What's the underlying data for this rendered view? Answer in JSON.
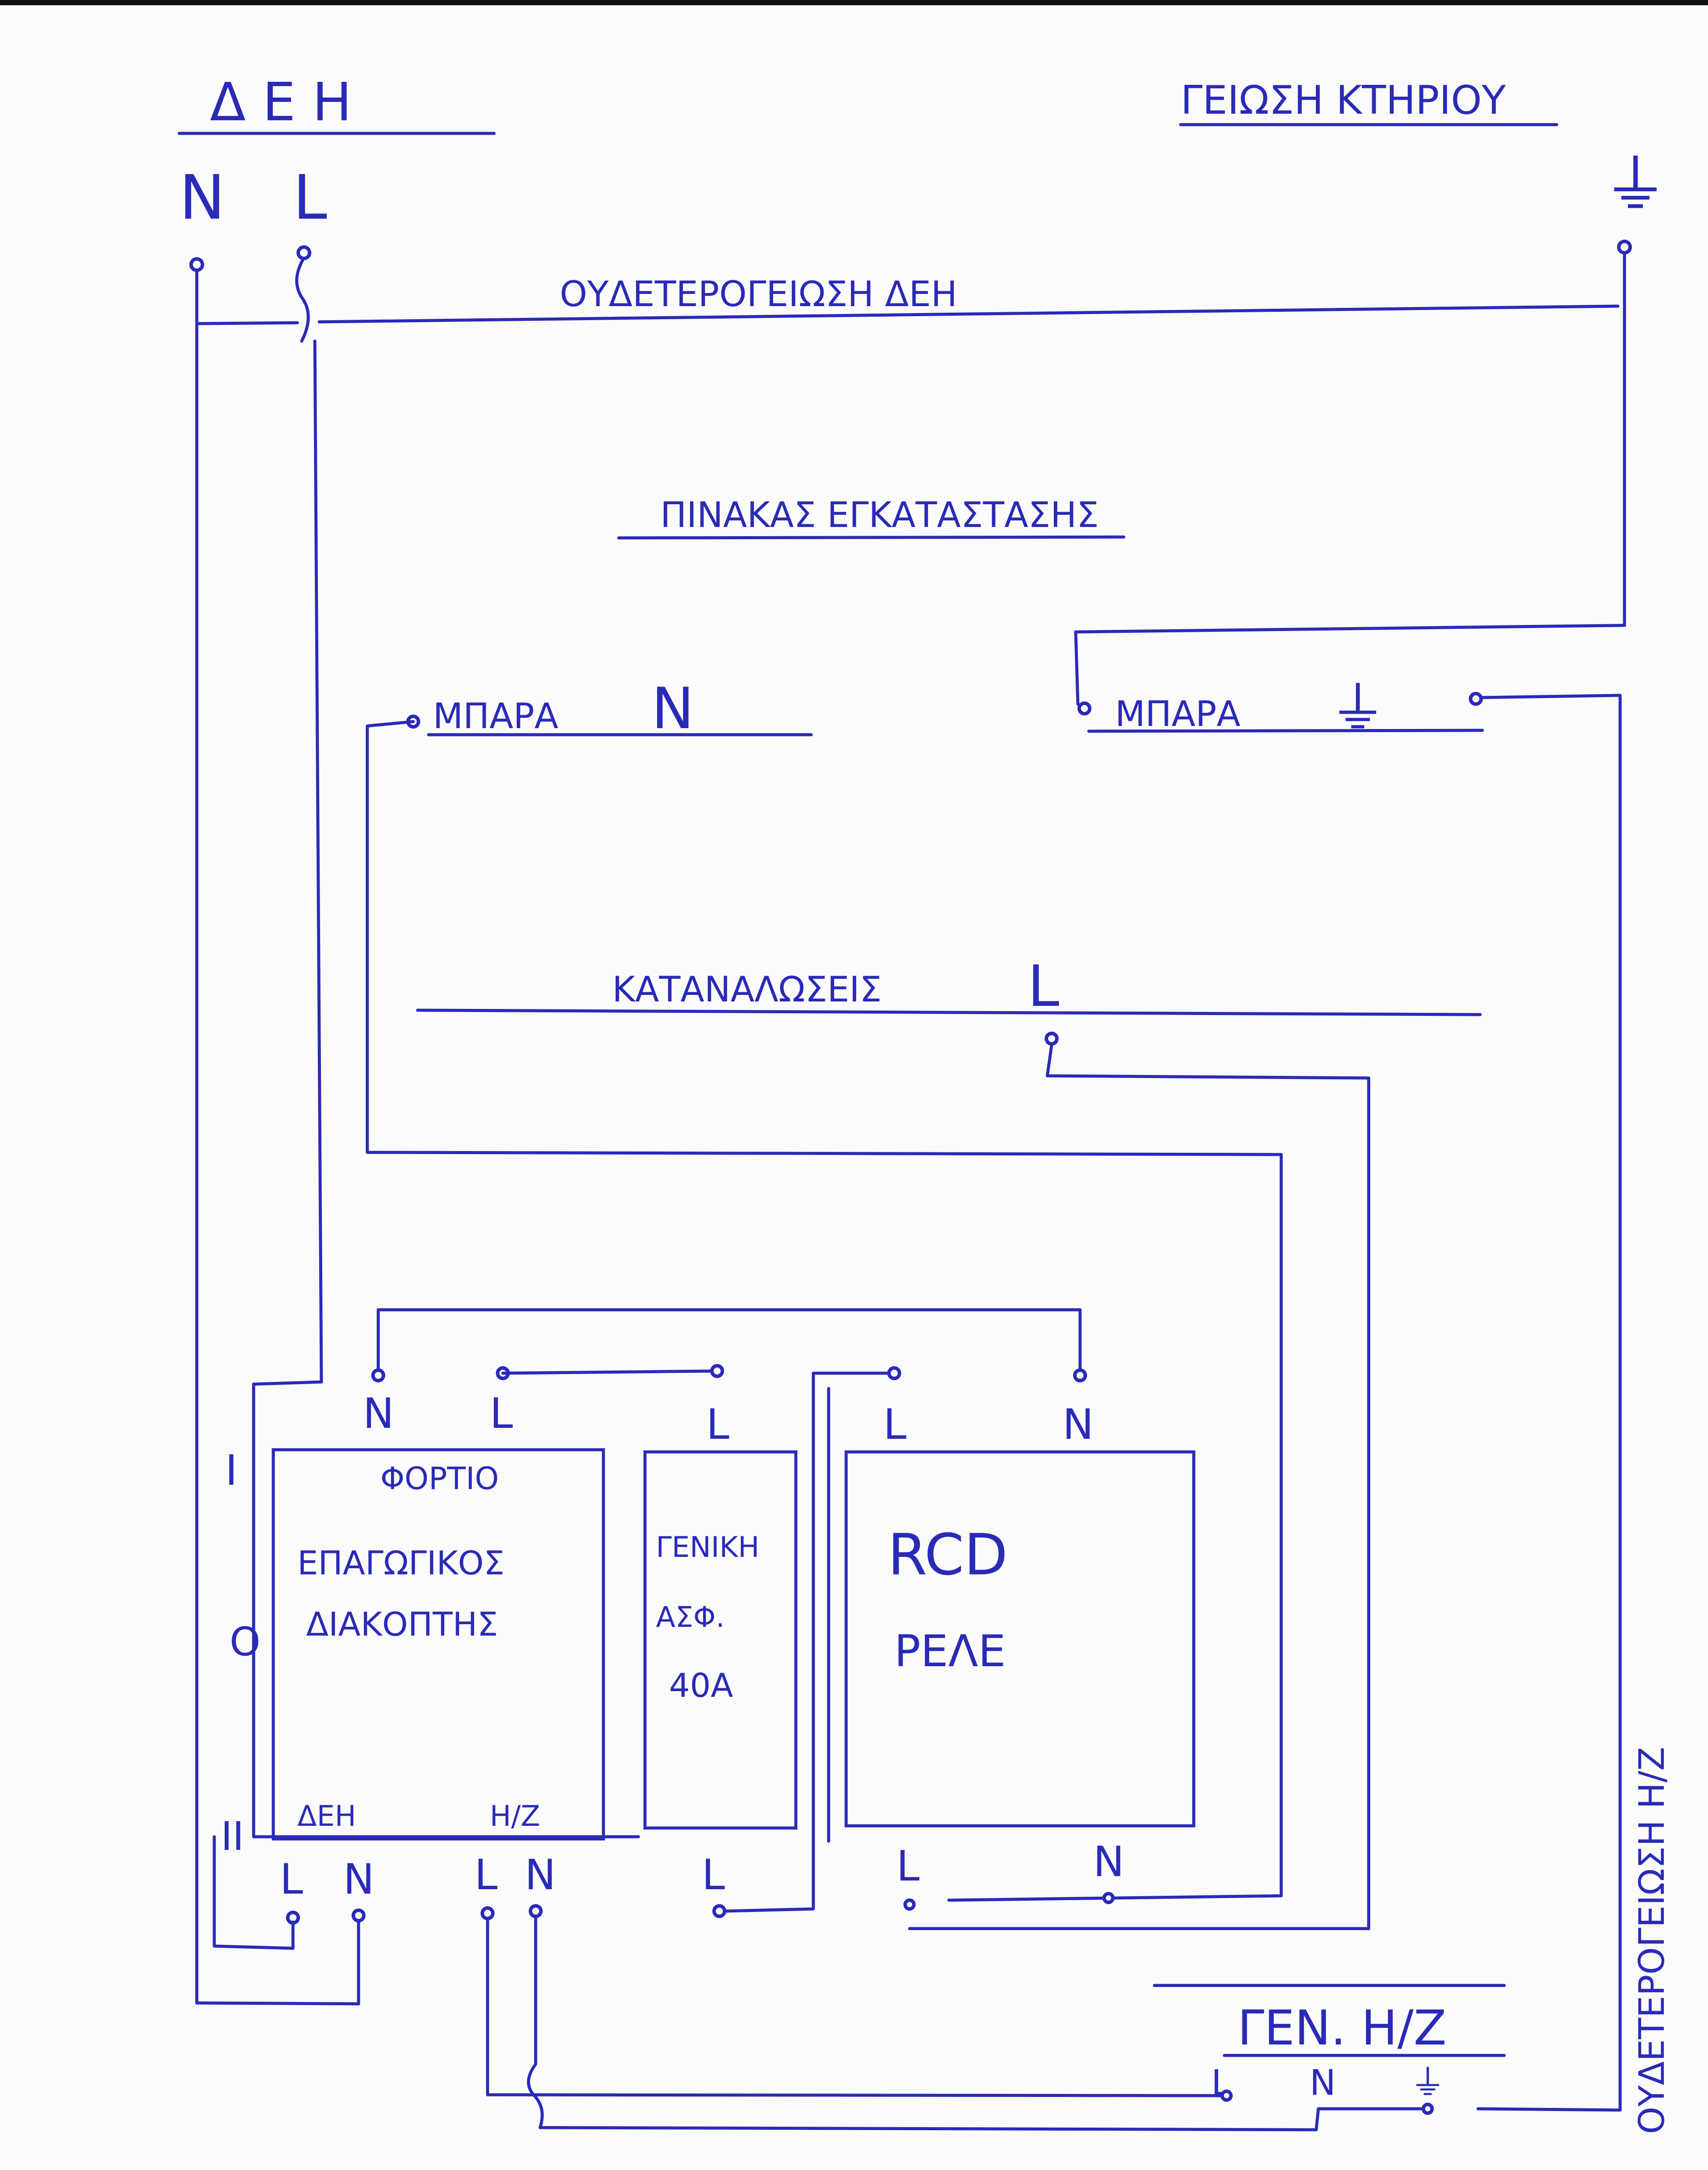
{
  "header": {
    "deh_title": "Δ Ε Η",
    "building_ground_title": "ΓΕΙΩΣΗ ΚΤΗΡΙΟΥ",
    "n_label": "N",
    "l_label": "L",
    "ground_symbol": "⏚"
  },
  "labels": {
    "neutral_earthing_deh": "ΟΥΔΕΤΕΡΟΓΕΙΩΣΗ   ΔΕΗ",
    "panel_title": "ΠΙΝΑΚΑΣ ΕΓΚΑΤΑΣΤΑΣΗΣ",
    "bar_n_text": "ΜΠΑΡΑ",
    "bar_n_letter": "N",
    "bar_ground_text": "ΜΠΑΡΑ",
    "bar_ground_symbol": "⏚",
    "loads_text": "ΚΑΤΑΝΑΛΩΣΕΙΣ",
    "loads_letter": "L",
    "neutral_earthing_gen": "ΟΥΔΕΤΕΡΟΓΕΙΩΣΗ Η/Ζ",
    "gen_title": "ΓΕΝ. Η/Ζ",
    "gen_l": "L",
    "gen_n": "N",
    "gen_ground": "⏚"
  },
  "switch": {
    "top_n": "N",
    "top_l": "L",
    "pos_i": "I",
    "pos_o": "O",
    "pos_ii": "II",
    "line1": "ΦΟΡΤΙΟ",
    "line2": "ΕΠΑΓΩΓΙΚΟΣ",
    "line3": "ΔΙΑΚΟΠΤΗΣ",
    "deh": "ΔΕΗ",
    "hz": "Η/Ζ",
    "bottom_l1": "L",
    "bottom_n1": "N",
    "bottom_l2": "L",
    "bottom_n2": "N"
  },
  "breaker": {
    "top_l": "L",
    "line1": "ΓΕΝΙΚΗ",
    "line2": "ΑΣΦ.",
    "line3": "40A",
    "bottom_l": "L"
  },
  "rcd": {
    "top_l": "L",
    "top_n": "N",
    "line1": "RCD",
    "line2": "ΡΕΛΕ",
    "bottom_l": "L",
    "bottom_n": "N"
  },
  "colors": {
    "ink": "#2a2ab8",
    "paper": "#fbfbfb"
  }
}
